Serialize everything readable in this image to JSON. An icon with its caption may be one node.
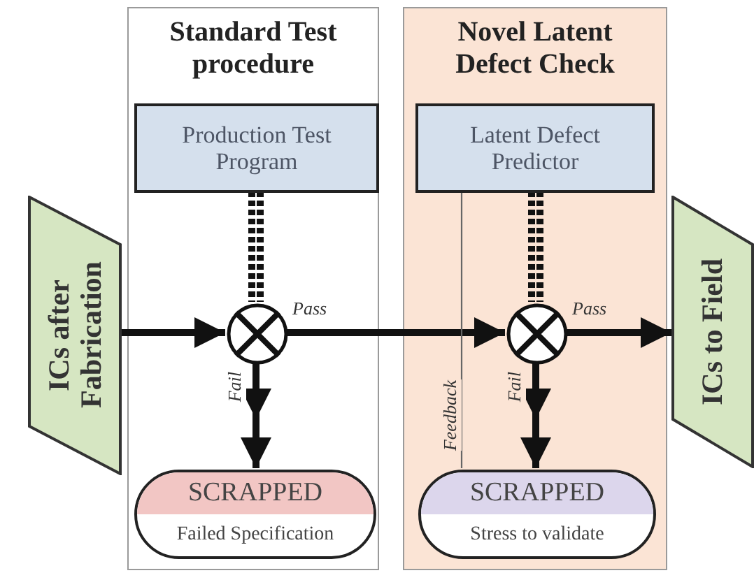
{
  "diagram": {
    "nodes": [
      {
        "text": [
          "ICs after Fabrication"
        ]
      },
      {
        "text": [
          "Standard Test procedure"
        ]
      },
      {
        "text": [
          "Production Test Program"
        ],
        "in": 1
      },
      {
        "text": [],
        "shape": "circle",
        "in": 1
      },
      {
        "text": [
          "SCRAPPED",
          "Failed Specification"
        ],
        "in": 1
      },
      {
        "text": [
          "Novel Latent Defect Check"
        ]
      },
      {
        "text": [
          "Latent Defect Predictor"
        ],
        "in": 5
      },
      {
        "text": [],
        "shape": "circle",
        "in": 5
      },
      {
        "text": [
          "SCRAPPED",
          "Stress to validate"
        ],
        "in": 5
      },
      {
        "text": [
          "ICs to Field"
        ]
      }
    ],
    "edges": [
      {
        "from": 0,
        "to": 3,
        "arrow": "to"
      },
      {
        "from": 2,
        "to": 3,
        "arrow": "none",
        "style": "dashed"
      },
      {
        "from": 3,
        "to": 7,
        "arrow": "to",
        "label": "Pass"
      },
      {
        "from": 3,
        "to": 4,
        "arrow": "to",
        "label": "Fail"
      },
      {
        "from": 6,
        "to": 7,
        "arrow": "none",
        "style": "dashed"
      },
      {
        "from": 7,
        "to": 9,
        "arrow": "to",
        "label": "Pass"
      },
      {
        "from": 7,
        "to": 8,
        "arrow": "to",
        "label": "Fail"
      },
      {
        "from": 8,
        "to": 6,
        "arrow": "none",
        "label": "Feedback",
        "color": "#666666"
      }
    ]
  }
}
